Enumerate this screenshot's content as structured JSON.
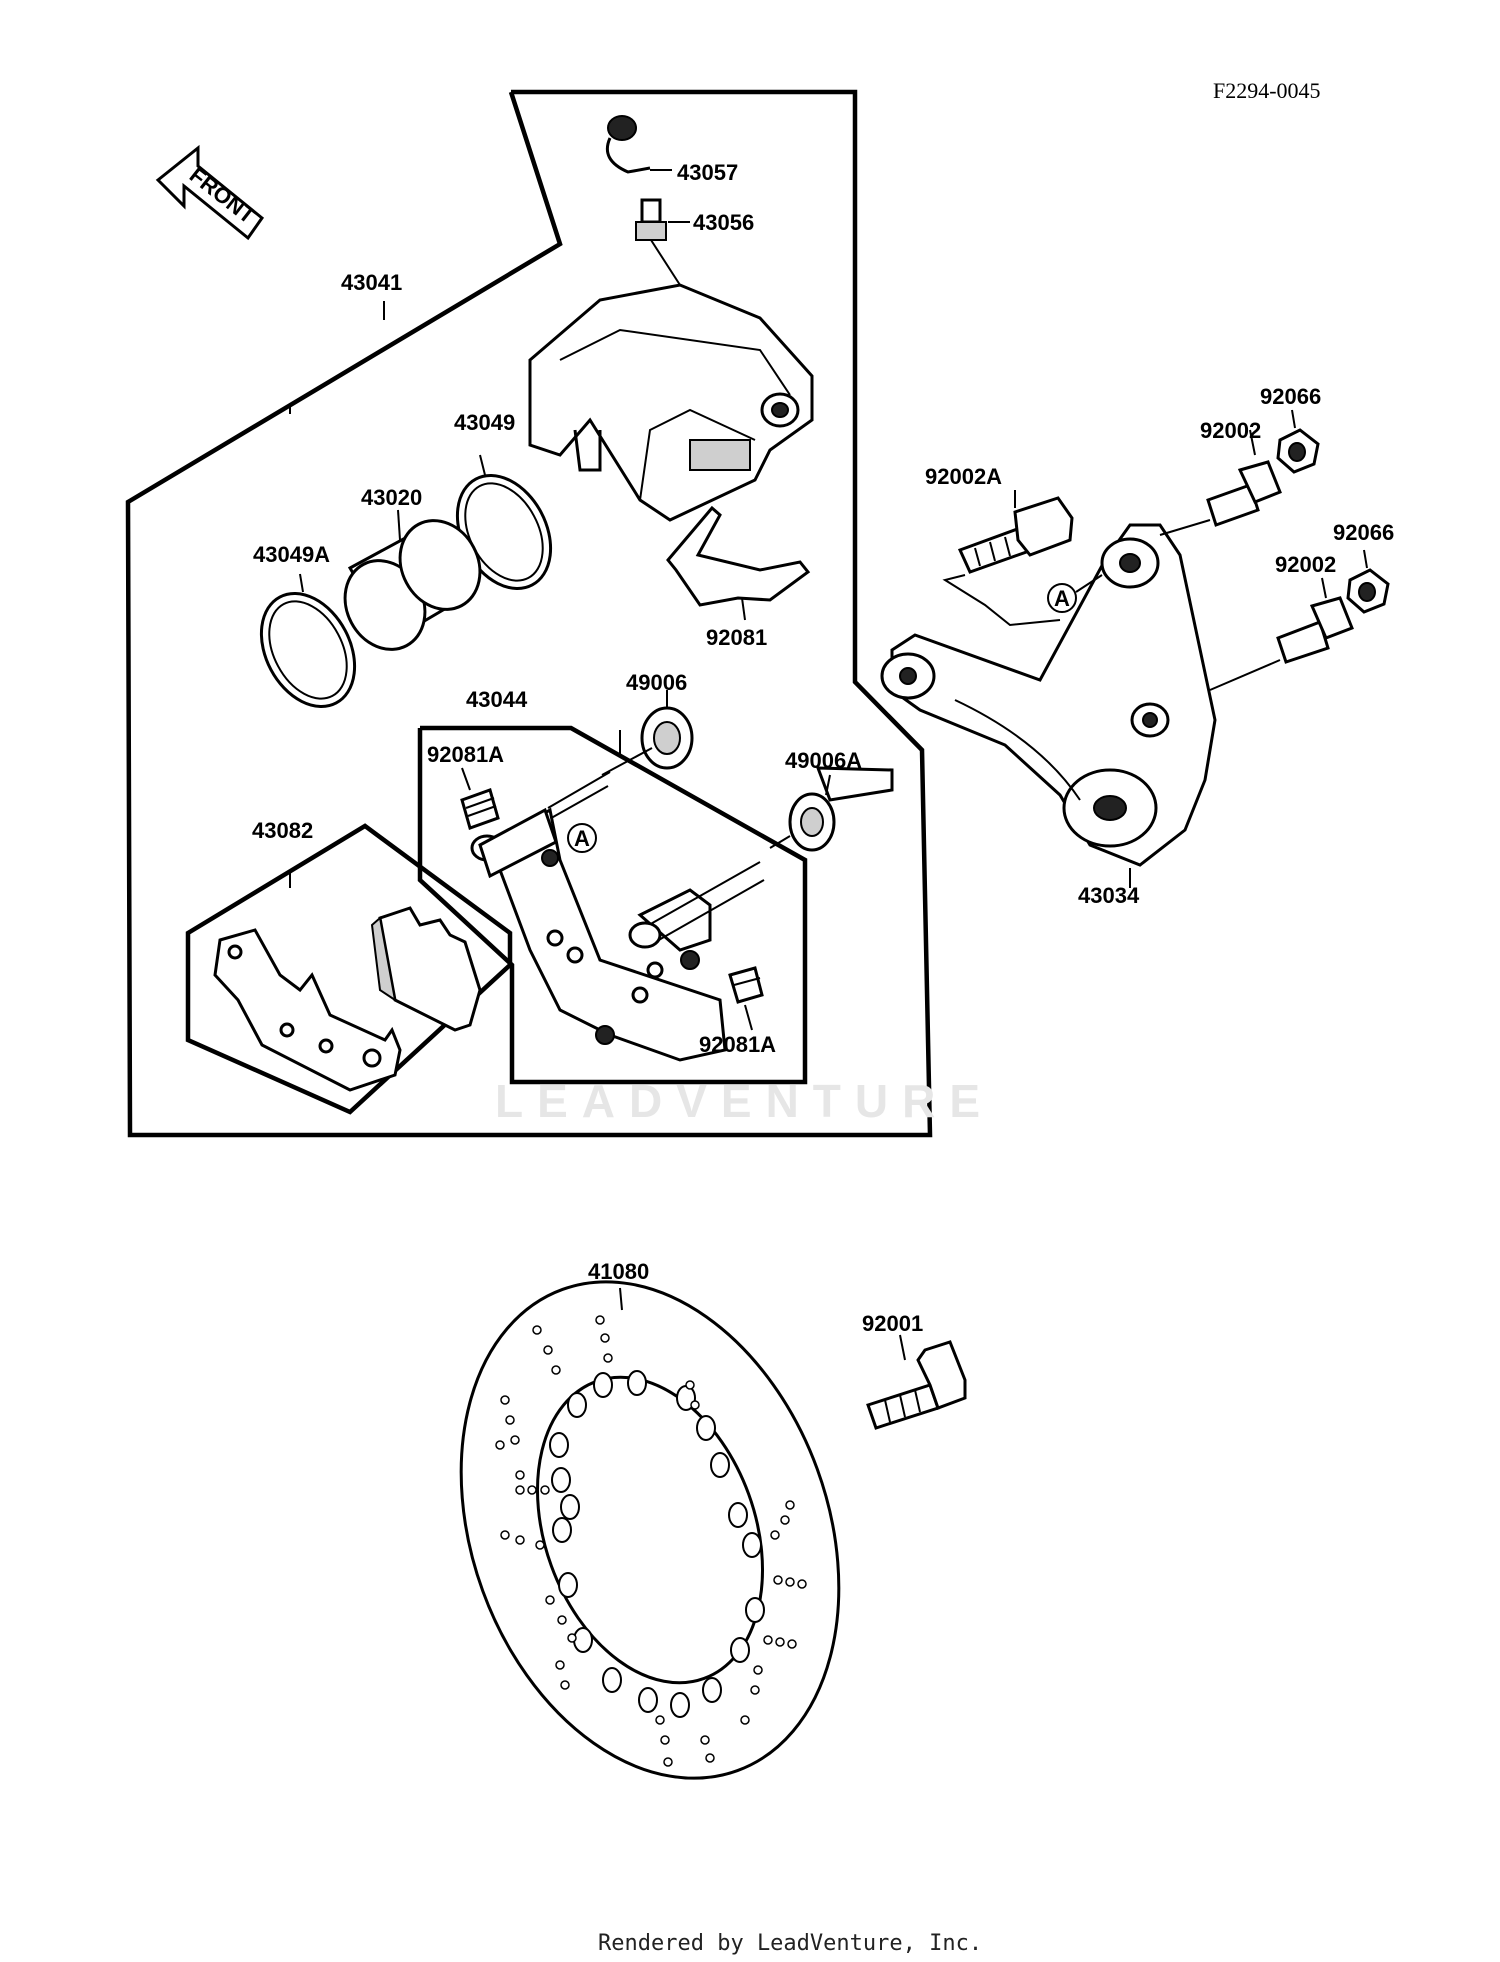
{
  "reference_code": "F2294-0045",
  "front_indicator": "FRONT",
  "callout_marker": "A",
  "watermark": "LEADVENTURE",
  "footer": "Rendered by LeadVenture, Inc.",
  "parts": {
    "p43057": "43057",
    "p43056": "43056",
    "p43041": "43041",
    "p43049": "43049",
    "p43020": "43020",
    "p43049A": "43049A",
    "p92081": "92081",
    "p43044": "43044",
    "p49006": "49006",
    "p92081A_top": "92081A",
    "p49006A": "49006A",
    "p43082": "43082",
    "p92081A_bottom": "92081A",
    "p92066_top": "92066",
    "p92002_top": "92002",
    "p92002A": "92002A",
    "p92066_bottom": "92066",
    "p92002_bottom": "92002",
    "p43034": "43034",
    "p41080": "41080",
    "p92001": "92001"
  }
}
